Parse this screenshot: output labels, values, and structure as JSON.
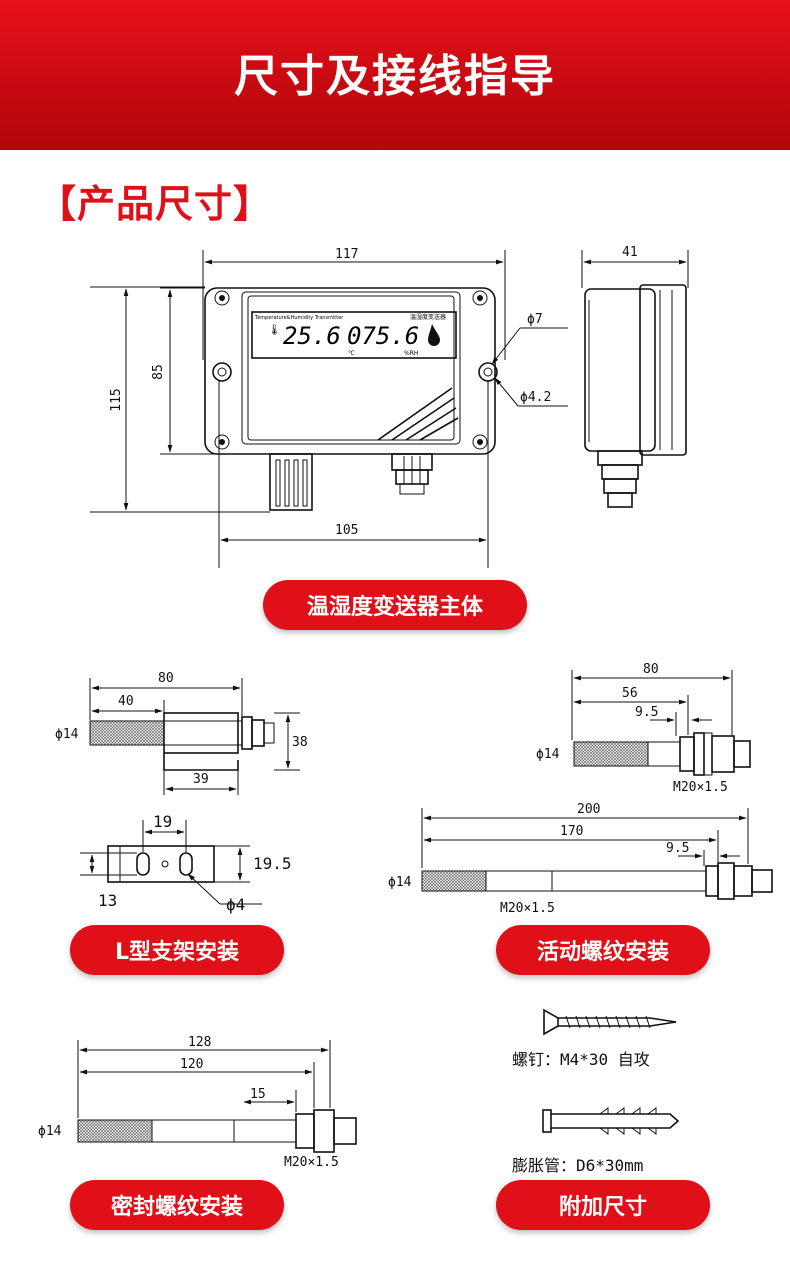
{
  "banner": {
    "title": "尺寸及接线指导"
  },
  "section": {
    "title": "【产品尺寸】"
  },
  "main_device": {
    "dim_width": "117",
    "dim_depth": "41",
    "dim_height_total": "115",
    "dim_height_body": "85",
    "dim_hole_span": "105",
    "dim_phi7": "ϕ7",
    "dim_phi42": "ϕ4.2",
    "lcd_header_left": "Temperature&Humidity Transmitter",
    "lcd_header_right": "温湿度变送器",
    "lcd_temp": "25.6",
    "lcd_hum": "075.6",
    "lcd_temp_unit": "℃",
    "lcd_hum_unit": "%RH",
    "label": "温湿度变送器主体"
  },
  "l_bracket": {
    "dim_80": "80",
    "dim_40": "40",
    "dim_38": "38",
    "dim_39": "39",
    "phi": "ϕ14",
    "dim_19": "19",
    "dim_195": "19.5",
    "dim_13": "13",
    "dim_phi4": "ϕ4",
    "label": "L型支架安装"
  },
  "movable_thread": {
    "dim_80": "80",
    "dim_56": "56",
    "dim_95": "9.5",
    "phi": "ϕ14",
    "thread": "M20×1.5",
    "dim_200": "200",
    "dim_170": "170",
    "dim_95b": "9.5",
    "phi_b": "ϕ14",
    "thread_b": "M20×1.5",
    "label": "活动螺纹安装"
  },
  "sealed_thread": {
    "dim_128": "128",
    "dim_120": "120",
    "dim_15": "15",
    "phi": "ϕ14",
    "thread": "M20×1.5",
    "label": "密封螺纹安装"
  },
  "accessories": {
    "screw": "螺钉：M4*30 自攻",
    "anchor": "膨胀管：D6*30mm",
    "label": "附加尺寸"
  }
}
